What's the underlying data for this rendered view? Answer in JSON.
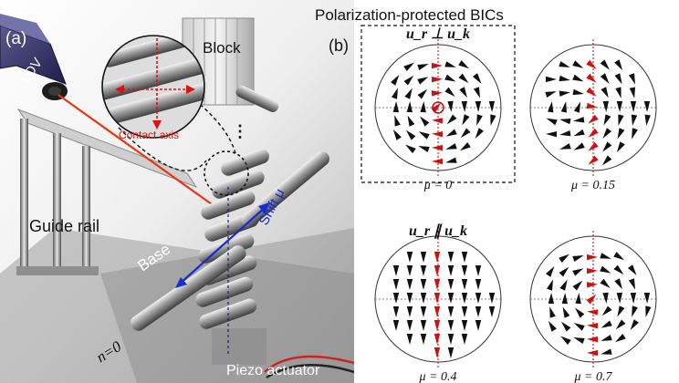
{
  "panel_a": {
    "label": "(a)",
    "labels": {
      "ldv": "LDV",
      "block": "Block",
      "contact_axis": "Contact axis",
      "guide_rail": "Guide rail",
      "base": "Base",
      "shift": "Shift μ",
      "n_zero": "n=0",
      "piezo": "Piezo actuator"
    }
  },
  "panel_b": {
    "label": "(b)",
    "title": "Polarization-protected BICs",
    "plots": [
      {
        "mu_label": "μ = 0",
        "mu": 0,
        "relation": "u_r ⊥ u_k",
        "highlighted": true,
        "field": "vortex",
        "ring": true
      },
      {
        "mu_label": "μ = 0.15",
        "mu": 0.15,
        "relation": "",
        "highlighted": false,
        "field": "vortex2",
        "ring": false
      },
      {
        "mu_label": "μ = 0.4",
        "mu": 0.4,
        "relation": "u_r ∥ u_k",
        "highlighted": false,
        "field": "down",
        "ring": false
      },
      {
        "mu_label": "μ = 0.7",
        "mu": 0.7,
        "relation": "",
        "highlighted": false,
        "field": "vortex",
        "ring": false
      }
    ],
    "colors": {
      "arrow": "#111111",
      "highlight": "#cc1111"
    }
  }
}
